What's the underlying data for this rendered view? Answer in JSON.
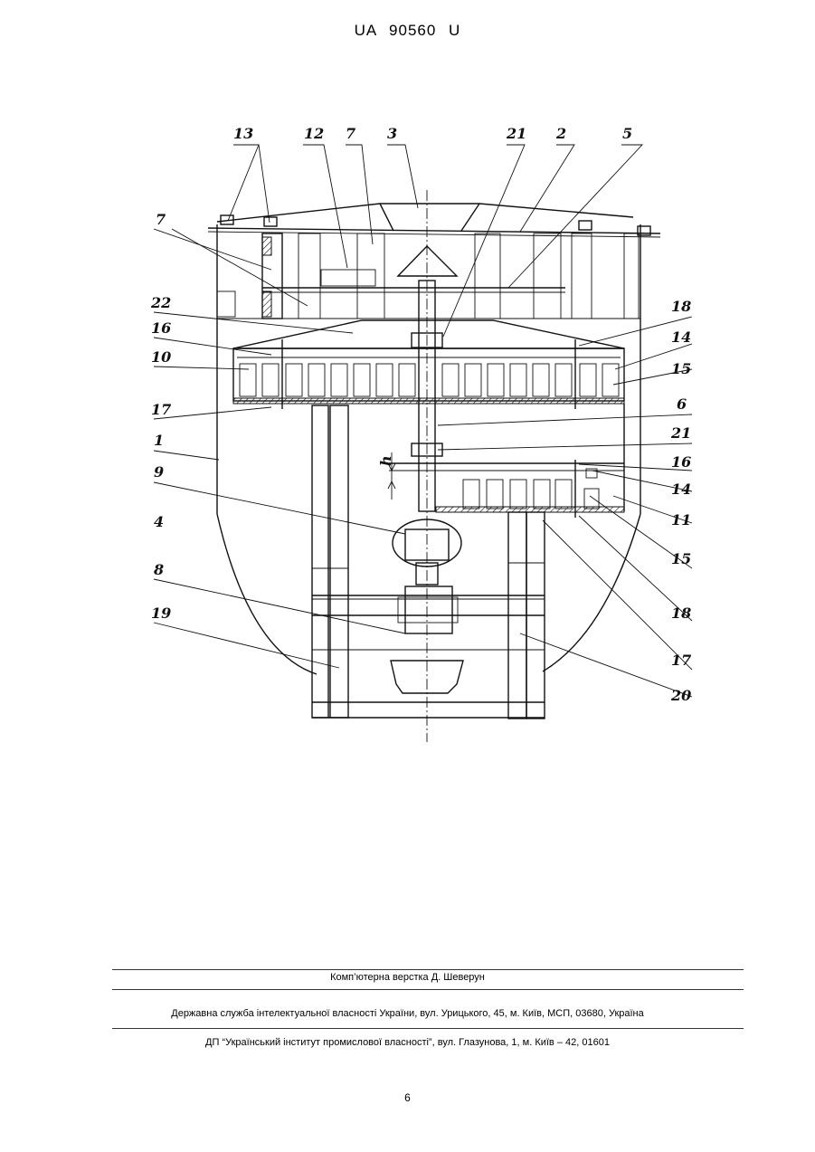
{
  "header": {
    "patent_number": "UA   90560   U"
  },
  "figure": {
    "labels": {
      "l13": "13",
      "l12": "12",
      "l7a": "7",
      "l3": "3",
      "l21a": "21",
      "l2": "2",
      "l5": "5",
      "l7b": "7",
      "l22": "22",
      "l16a": "16",
      "l10": "10",
      "l17a": "17",
      "l1": "1",
      "l9": "9",
      "l4": "4",
      "l8": "8",
      "l19": "19",
      "l18a": "18",
      "l14a": "14",
      "l15a": "15",
      "l6": "6",
      "l21b": "21",
      "l16b": "16",
      "l14b": "14",
      "l11": "11",
      "l15b": "15",
      "l18b": "18",
      "l17b": "17",
      "l20": "20",
      "lh": "h"
    }
  },
  "footer": {
    "line1": "Комп’ютерна верстка Д. Шеверун",
    "line2": "Державна служба інтелектуальної власності України, вул. Урицького, 45, м. Київ, МСП, 03680, Україна",
    "line3": "ДП “Український інститут промислової власності”, вул. Глазунова, 1, м. Київ – 42, 01601"
  },
  "page_number": "6"
}
